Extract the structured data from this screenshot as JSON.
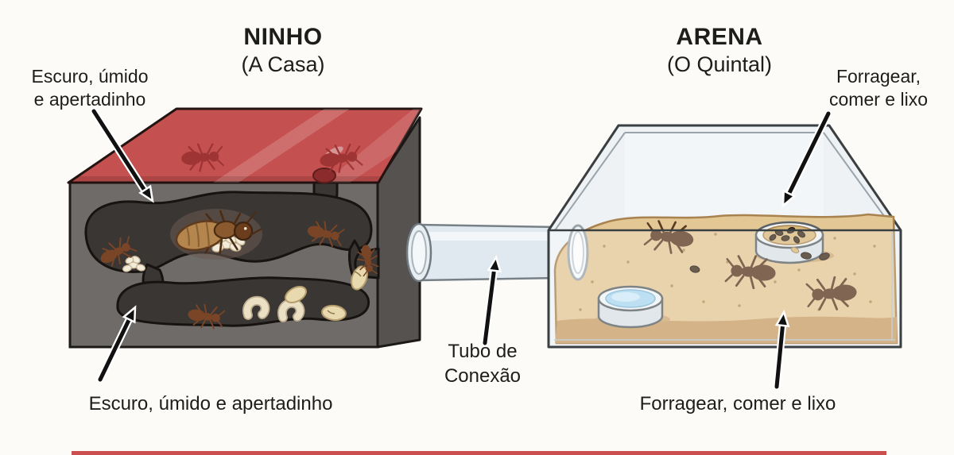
{
  "diagram": {
    "nest": {
      "title": "NINHO",
      "subtitle": "(A Casa)",
      "label_top_line1": "Escuro, úmido",
      "label_top_line2": "e apertadinho",
      "label_bottom": "Escuro, úmido e apertadinho"
    },
    "arena": {
      "title": "ARENA",
      "subtitle": "(O Quintal)",
      "label_top_line1": "Forragear,",
      "label_top_line2": "comer e lixo",
      "label_bottom": "Forragear, comer e lixo"
    },
    "tube": {
      "label_line1": "Tubo de",
      "label_line2": "Conexão"
    }
  },
  "colors": {
    "background": "#fcfbf8",
    "lid_red": "#c4504f",
    "lid_red_edge": "#9c3231",
    "lid_ant_red": "#9a3231",
    "substrate_gray": "#6e6b68",
    "substrate_side": "#555250",
    "tunnel_dark": "#3a3633",
    "sand": "#e3c795",
    "sand_front": "#c79e66",
    "glass": "#eef2f5",
    "glass_back": "#f3f6f8",
    "tube_fill": "#dfe9ef",
    "water": "#a9d7ee",
    "egg_white": "#f4ecdb",
    "larva_cream": "#ece0c4",
    "pupa_tan": "#e9d9ae",
    "queen_brown": "#8a5a2e",
    "worker_brown": "#7a4526",
    "arena_ant_brown": "#5d3a22",
    "outline": "#1c1a19",
    "arrow_black": "#111111",
    "accent_strip": "#cc4f4f"
  }
}
